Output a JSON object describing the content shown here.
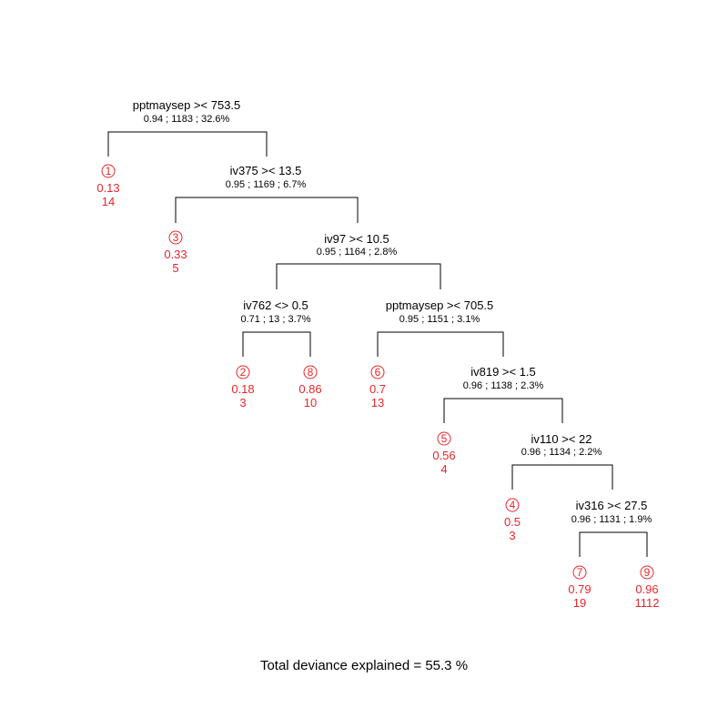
{
  "colors": {
    "leaf": "#e8262a",
    "split": "#000000",
    "background": "#ffffff"
  },
  "footer": {
    "text": "Total deviance explained = 55.3 %"
  },
  "splits": [
    {
      "id": "s1",
      "label": "pptmaysep >< 753.5",
      "stats": "0.94 ; 1183 ; 32.6%"
    },
    {
      "id": "s2",
      "label": "iv375 >< 13.5",
      "stats": "0.95 ; 1169 ; 6.7%"
    },
    {
      "id": "s3",
      "label": "iv97 >< 10.5",
      "stats": "0.95 ; 1164 ; 2.8%"
    },
    {
      "id": "s4",
      "label": "iv762 <> 0.5",
      "stats": "0.71 ; 13 ; 3.7%"
    },
    {
      "id": "s5",
      "label": "pptmaysep >< 705.5",
      "stats": "0.95 ; 1151 ; 3.1%"
    },
    {
      "id": "s6",
      "label": "iv819 >< 1.5",
      "stats": "0.96 ; 1138 ; 2.3%"
    },
    {
      "id": "s7",
      "label": "iv110 >< 22",
      "stats": "0.96 ; 1134 ; 2.2%"
    },
    {
      "id": "s8",
      "label": "iv316 >< 27.5",
      "stats": "0.96 ; 1131 ; 1.9%"
    }
  ],
  "leaves": [
    {
      "id": "l1",
      "number": "1",
      "value": "0.13",
      "count": "14"
    },
    {
      "id": "l3",
      "number": "3",
      "value": "0.33",
      "count": "5"
    },
    {
      "id": "l2",
      "number": "2",
      "value": "0.18",
      "count": "3"
    },
    {
      "id": "l8",
      "number": "8",
      "value": "0.86",
      "count": "10"
    },
    {
      "id": "l6",
      "number": "6",
      "value": "0.7",
      "count": "13"
    },
    {
      "id": "l5",
      "number": "5",
      "value": "0.56",
      "count": "4"
    },
    {
      "id": "l4",
      "number": "4",
      "value": "0.5",
      "count": "3"
    },
    {
      "id": "l7",
      "number": "7",
      "value": "0.79",
      "count": "19"
    },
    {
      "id": "l9",
      "number": "9",
      "value": "0.96",
      "count": "1112"
    }
  ]
}
